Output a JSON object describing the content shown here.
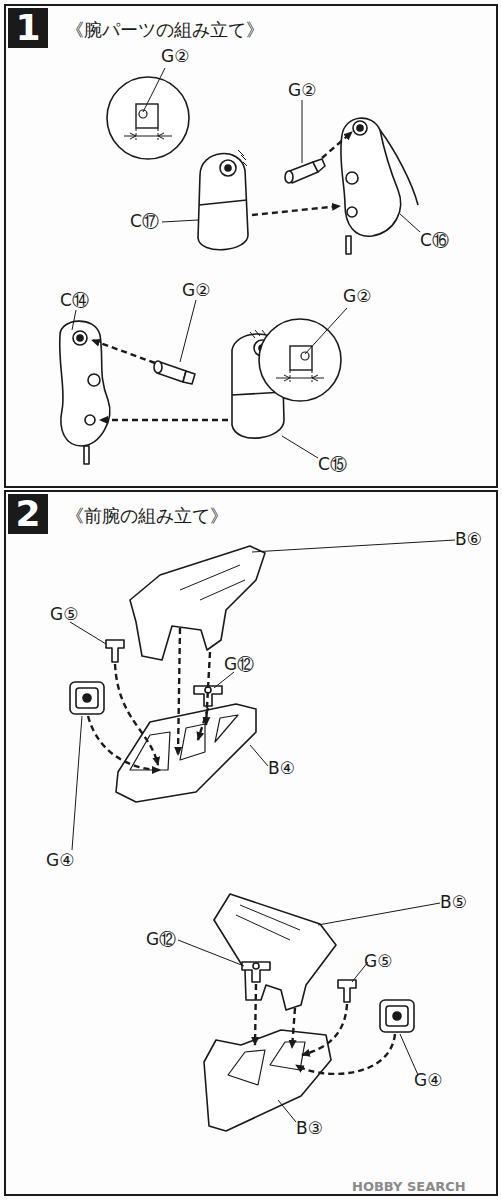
{
  "diagram": {
    "nodes": [
      {
        "text": [
          "1",
          "《腕パーツの組み立て》"
        ]
      },
      {
        "text": [
          "G②"
        ],
        "in": 0
      },
      {
        "text": [
          "G②"
        ],
        "in": 0
      },
      {
        "text": [
          "2",
          "《前腕の組み立て》"
        ]
      }
    ],
    "labels": [
      "G②",
      "C⑰",
      "C⑯",
      "C⑭",
      "G②",
      "C⑮",
      "B⑥",
      "G⑤",
      "G⑫",
      "G④",
      "B④",
      "B⑤",
      "G⑫",
      "G⑤",
      "G④",
      "B③",
      "HOBBY SEARCH"
    ]
  }
}
